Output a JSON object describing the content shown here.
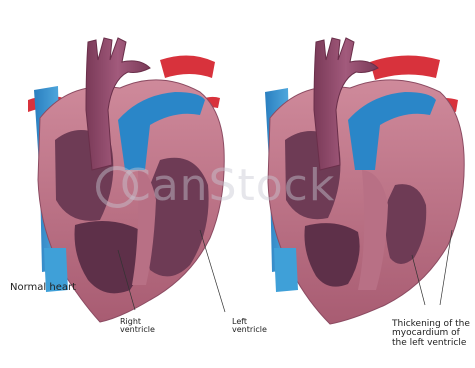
{
  "labels": {
    "normal_heart": "Normal heart",
    "right_ventricle": [
      "Right",
      "ventricle"
    ],
    "left_ventricle": [
      "Left",
      "ventricle"
    ],
    "thickening": [
      "Thickening of the",
      "myocardium of",
      "the left ventricle"
    ]
  },
  "watermark": {
    "text": "CanStock",
    "color": "#c8c8d2"
  },
  "colors": {
    "myocardium": "#c07a8c",
    "chamber": "#6e3b55",
    "aorta": "#8e4a68",
    "vena_cava": "#3fa0d8",
    "pulmonary_artery": "#1f6fae",
    "arteries_red": "#d8323c"
  }
}
